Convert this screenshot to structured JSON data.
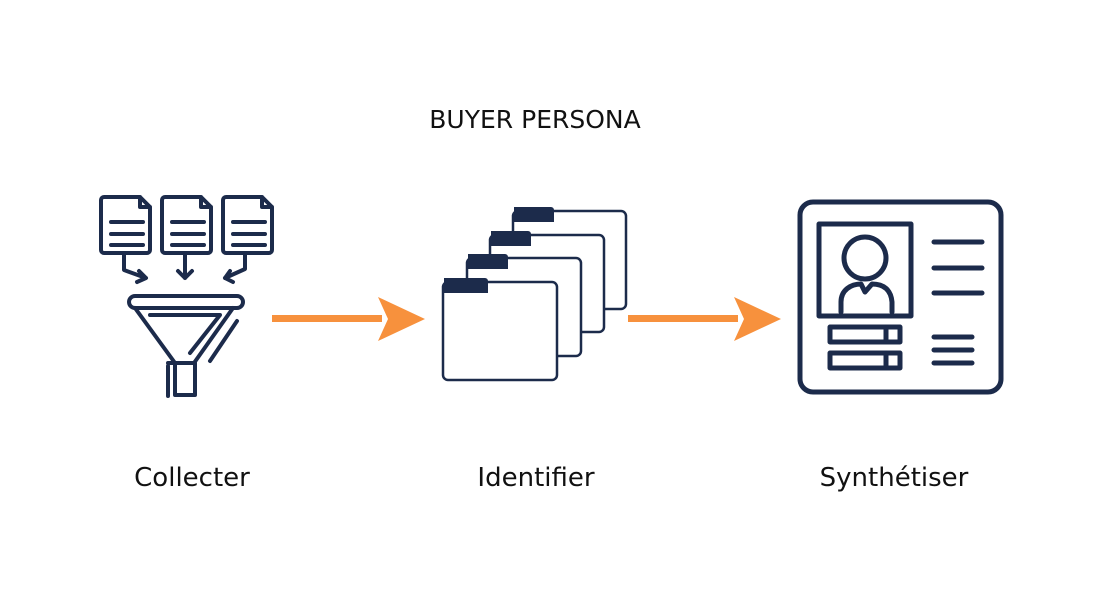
{
  "title": "BUYER PERSONA",
  "steps": [
    {
      "label": "Collecter",
      "icon": "funnel-documents-icon"
    },
    {
      "label": "Identifier",
      "icon": "stacked-folders-icon"
    },
    {
      "label": "Synthétiser",
      "icon": "profile-card-icon"
    }
  ],
  "colors": {
    "icon": "#1c2b4b",
    "arrow": "#f7913d"
  }
}
